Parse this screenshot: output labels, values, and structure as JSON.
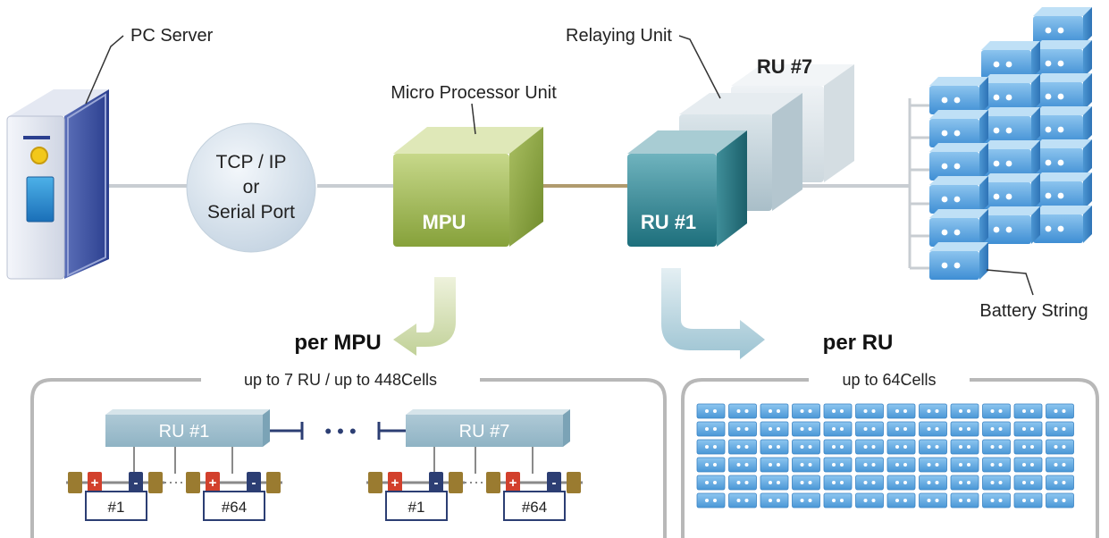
{
  "labels": {
    "pc_server": "PC Server",
    "micro_processor_unit": "Micro Processor Unit",
    "relaying_unit": "Relaying Unit",
    "battery_string": "Battery String"
  },
  "comm": {
    "line1": "TCP / IP",
    "line2": "or",
    "line3": "Serial Port"
  },
  "mpu": {
    "label": "MPU"
  },
  "ru": {
    "first_label": "RU #1",
    "last_label": "RU #7"
  },
  "per_mpu": {
    "heading": "per MPU",
    "caption": "up to 7 RU / up to 448Cells",
    "ru_first": "RU #1",
    "ru_last": "RU #7",
    "cell_first": "#1",
    "cell_last": "#64",
    "dots": "• • •"
  },
  "per_ru": {
    "heading": "per RU",
    "caption": "up to 64Cells"
  },
  "colors": {
    "mpu": "#8fa843",
    "ru_front": "#2f8591",
    "cell_blue": "#4a97d6",
    "panel_border": "#b8b8b8",
    "terminal_plus": "#d2402c",
    "terminal_minus": "#2c3e73",
    "terminal_gold": "#9a7b30"
  }
}
